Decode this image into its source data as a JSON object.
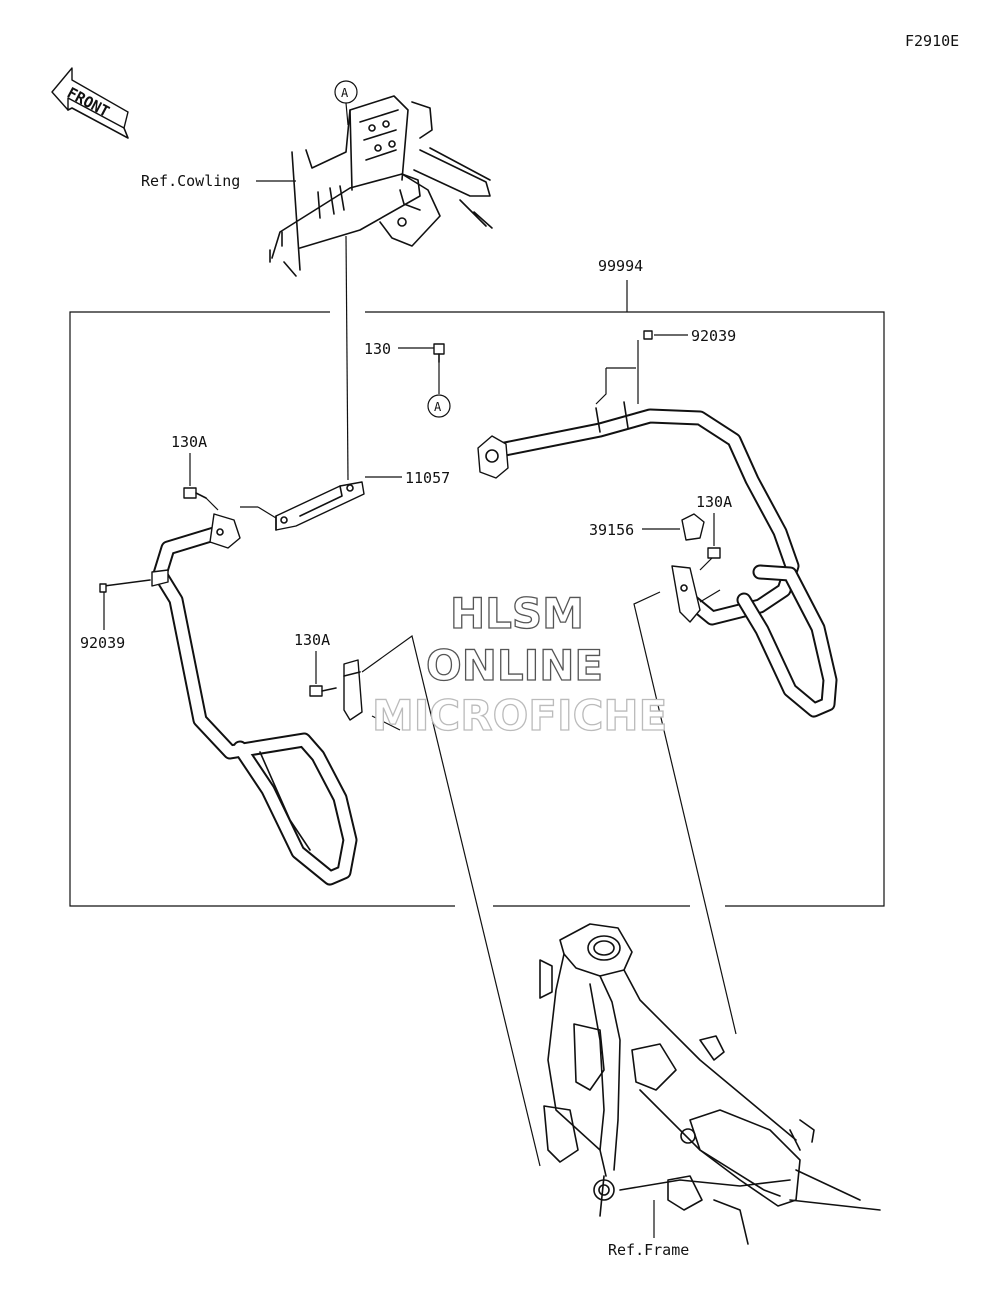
{
  "diagram_code": "F2910E",
  "front_label": "FRONT",
  "callouts": {
    "ref_cowling": "Ref.Cowling",
    "ref_frame": "Ref.Frame",
    "part_99994": "99994",
    "part_130": "130",
    "part_92039_right": "92039",
    "part_92039_left": "92039",
    "part_130a_top_left": "130A",
    "part_11057": "11057",
    "part_130a_right": "130A",
    "part_39156": "39156",
    "part_130a_center": "130A",
    "ref_a_top": "A",
    "ref_a_center": "A"
  },
  "watermark": {
    "line1": "HLSM",
    "line2": "ONLINE",
    "line3": "MICROFICHE"
  }
}
